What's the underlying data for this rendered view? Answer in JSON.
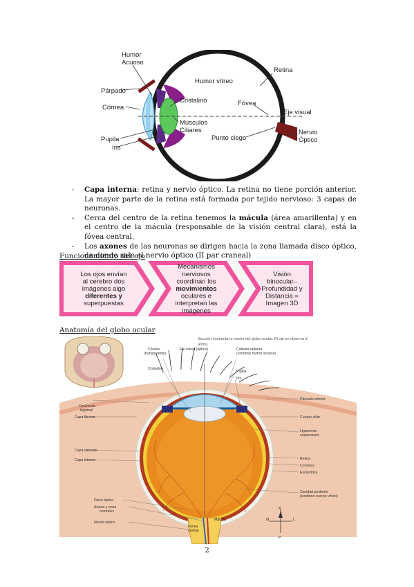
{
  "diagram1": {
    "labels": {
      "humor_acuoso": [
        "Humor",
        "Acuoso"
      ],
      "parpado": "Párpado",
      "cornea": "Córnea",
      "pupila": "Pupila",
      "iris": "Iris",
      "humor_vitreo": "Humor vítreo",
      "cristalino": "Cristalino",
      "musculos_ciliares": [
        "Músculos",
        "Ciliares"
      ],
      "retina": "Retina",
      "fovea": "Fóvea",
      "eje_visual": "Eje visual",
      "punto_ciego": "Punto ciego",
      "nervio_optico": [
        "Nervio",
        "Óptico"
      ]
    }
  },
  "bullets": [
    {
      "dash": "-",
      "parts": [
        {
          "b": "Capa interna"
        },
        {
          "t": ": retina y nervio óptico. La retina no tiene porción anterior. La mayor parte de la retina está formada por tejido nervioso: 3 capas de neuronas."
        }
      ]
    },
    {
      "dash": "-",
      "parts": [
        {
          "t": " Cerca del centro de la retina tenemos la "
        },
        {
          "b": "mácula"
        },
        {
          "t": " (área amarillenta) y en el centro de la mácula (responsable de la visión central clara), está la fóvea central."
        }
      ]
    },
    {
      "dash": "-",
      "parts": [
        {
          "t": "Los "
        },
        {
          "b": "axones"
        },
        {
          "t": " de las neuronas se dirigen hacia la zona llamada disco óptico, de donde sale el nervio óptico (II par craneal)"
        }
      ]
    }
  ],
  "headings": {
    "funcionamiento": "Funcionamiento del ojo",
    "anatomia": "Anatomía del globo ocular"
  },
  "banner": {
    "colors": {
      "pink": "#f0559c",
      "light": "#fde6f0"
    },
    "steps": [
      {
        "lines": [
          "Los ojos envían",
          "al cerebro dos",
          "imágenes algo"
        ],
        "bold_lines": [
          "diferentes y"
        ],
        "tail": [
          "superpuestas"
        ]
      },
      {
        "lines": [
          "Mecanismos",
          "nerviosos",
          "coordinan los"
        ],
        "bold_lines": [
          "movimientos"
        ],
        "tail": [
          "oculares e",
          "interpretan las",
          "imágenes"
        ]
      },
      {
        "lines": [
          "Visión",
          "binocular–",
          "Profundidad y",
          "Distancia =",
          "Imagen 3D"
        ],
        "bold_lines": [],
        "tail": []
      }
    ]
  },
  "anatomy": {
    "caption": [
      "Sección horizontal a través del globo ocular. El ojo se observa d",
      "arriba."
    ],
    "left_labels": [
      "Carúncula",
      "lagrimal",
      "Capa fibrosa",
      "Capa vascular",
      "Capa interna",
      "Disco óptico",
      "Arteria y vena",
      "centrales",
      "Nervio óptico"
    ],
    "top_labels": [
      "Córnea",
      "(transparente)",
      "Cristalino",
      "Eje visual (óptico)",
      "Cámara anterior",
      "(contiene humor acuoso)",
      "Pupila",
      "Iris"
    ],
    "right_labels": [
      "Párpado inferior",
      "Cuerpo ciliar",
      "Ligamento",
      "suspensorio",
      "Retina",
      "Coroides",
      "Esclerótica",
      "Cavidad posterior",
      "(contiene cuerpo vítreo)"
    ],
    "bottom_labels": [
      "Fóvea",
      "central",
      "Mácula"
    ],
    "compass": [
      "M",
      "L",
      "A",
      "P"
    ]
  },
  "page_number": "2"
}
